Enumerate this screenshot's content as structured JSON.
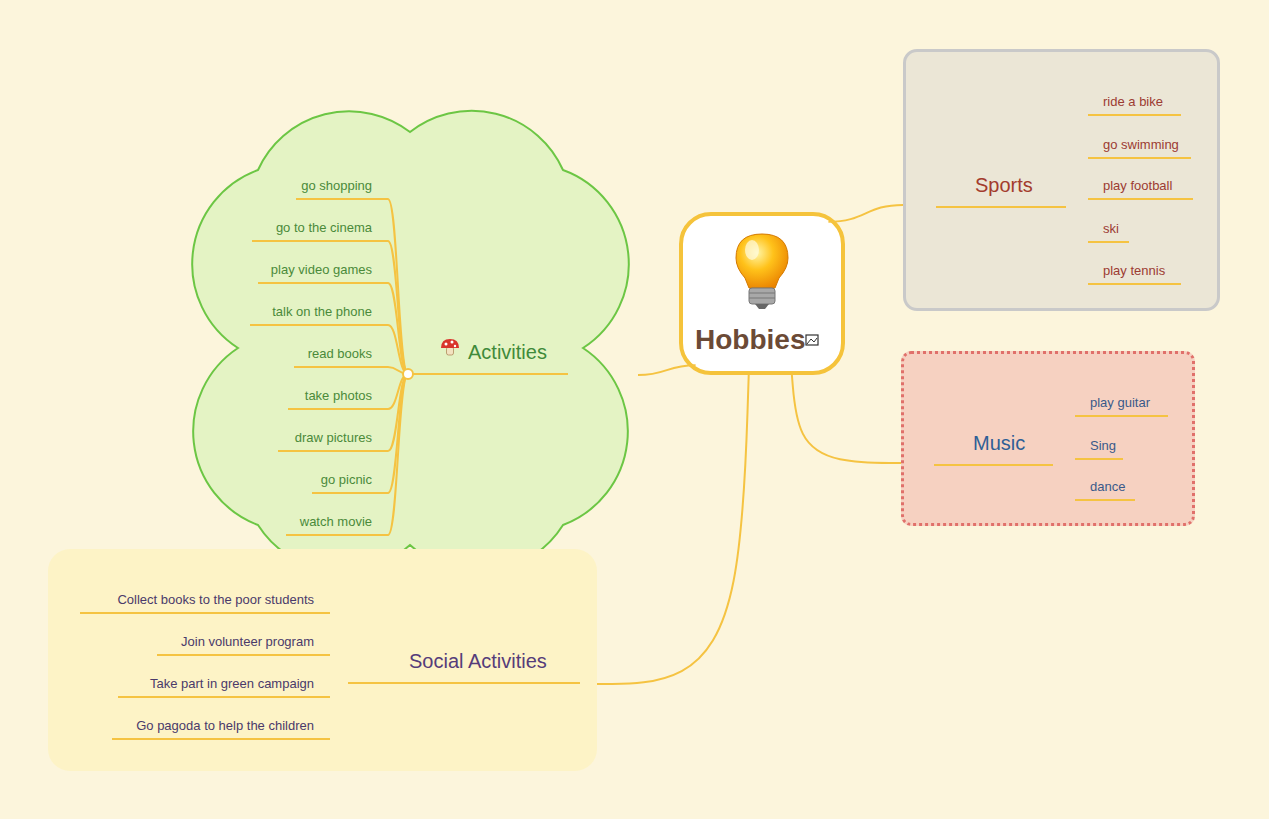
{
  "diagram": {
    "nodes": [
      {
        "text": [
          "Hobbies"
        ]
      },
      {
        "text": [
          "Activities"
        ]
      },
      {
        "text": [
          "go shopping"
        ],
        "in": 1
      },
      {
        "text": [
          "go to the cinema"
        ],
        "in": 1
      },
      {
        "text": [
          "play video games"
        ],
        "in": 1
      },
      {
        "text": [
          "talk on the phone"
        ],
        "in": 1
      },
      {
        "text": [
          "read books"
        ],
        "in": 1
      },
      {
        "text": [
          "take photos"
        ],
        "in": 1
      },
      {
        "text": [
          "draw pictures"
        ],
        "in": 1
      },
      {
        "text": [
          "go picnic"
        ],
        "in": 1
      },
      {
        "text": [
          "watch movie"
        ],
        "in": 1
      },
      {
        "text": [
          "Sports"
        ]
      },
      {
        "text": [
          "ride a bike"
        ],
        "in": 11
      },
      {
        "text": [
          "go swimming"
        ],
        "in": 11
      },
      {
        "text": [
          "play football"
        ],
        "in": 11
      },
      {
        "text": [
          "ski"
        ],
        "in": 11
      },
      {
        "text": [
          "play tennis"
        ],
        "in": 11
      },
      {
        "text": [
          "Music"
        ]
      },
      {
        "text": [
          "play guitar"
        ],
        "in": 17
      },
      {
        "text": [
          "Sing"
        ],
        "in": 17
      },
      {
        "text": [
          "dance"
        ],
        "in": 17
      },
      {
        "text": [
          "Social Activities"
        ]
      },
      {
        "text": [
          "Collect books to the poor students"
        ],
        "in": 21
      },
      {
        "text": [
          "Join volunteer program"
        ],
        "in": 21
      },
      {
        "text": [
          "Take part in green campaign"
        ],
        "in": 21
      },
      {
        "text": [
          "Go pagoda to help the children"
        ],
        "in": 21
      }
    ],
    "edges": [
      {
        "from": 0,
        "to": 1,
        "arrow": "none"
      },
      {
        "from": 0,
        "to": 11,
        "arrow": "none"
      },
      {
        "from": 0,
        "to": 17,
        "arrow": "none"
      },
      {
        "from": 0,
        "to": 21,
        "arrow": "none"
      },
      {
        "from": 1,
        "to": 2,
        "arrow": "none"
      },
      {
        "from": 1,
        "to": 3,
        "arrow": "none"
      },
      {
        "from": 1,
        "to": 4,
        "arrow": "none"
      },
      {
        "from": 1,
        "to": 5,
        "arrow": "none"
      },
      {
        "from": 1,
        "to": 6,
        "arrow": "none"
      },
      {
        "from": 1,
        "to": 7,
        "arrow": "none"
      },
      {
        "from": 1,
        "to": 8,
        "arrow": "none"
      },
      {
        "from": 1,
        "to": 9,
        "arrow": "none"
      },
      {
        "from": 1,
        "to": 10,
        "arrow": "none"
      },
      {
        "from": 11,
        "to": 12,
        "arrow": "none"
      },
      {
        "from": 11,
        "to": 13,
        "arrow": "none"
      },
      {
        "from": 11,
        "to": 14,
        "arrow": "none"
      },
      {
        "from": 11,
        "to": 15,
        "arrow": "none"
      },
      {
        "from": 11,
        "to": 16,
        "arrow": "none"
      },
      {
        "from": 17,
        "to": 18,
        "arrow": "none"
      },
      {
        "from": 17,
        "to": 19,
        "arrow": "none"
      },
      {
        "from": 17,
        "to": 20,
        "arrow": "none"
      },
      {
        "from": 21,
        "to": 22,
        "arrow": "none"
      },
      {
        "from": 21,
        "to": 23,
        "arrow": "none"
      },
      {
        "from": 21,
        "to": 24,
        "arrow": "none"
      },
      {
        "from": 21,
        "to": 25,
        "arrow": "none"
      }
    ]
  }
}
